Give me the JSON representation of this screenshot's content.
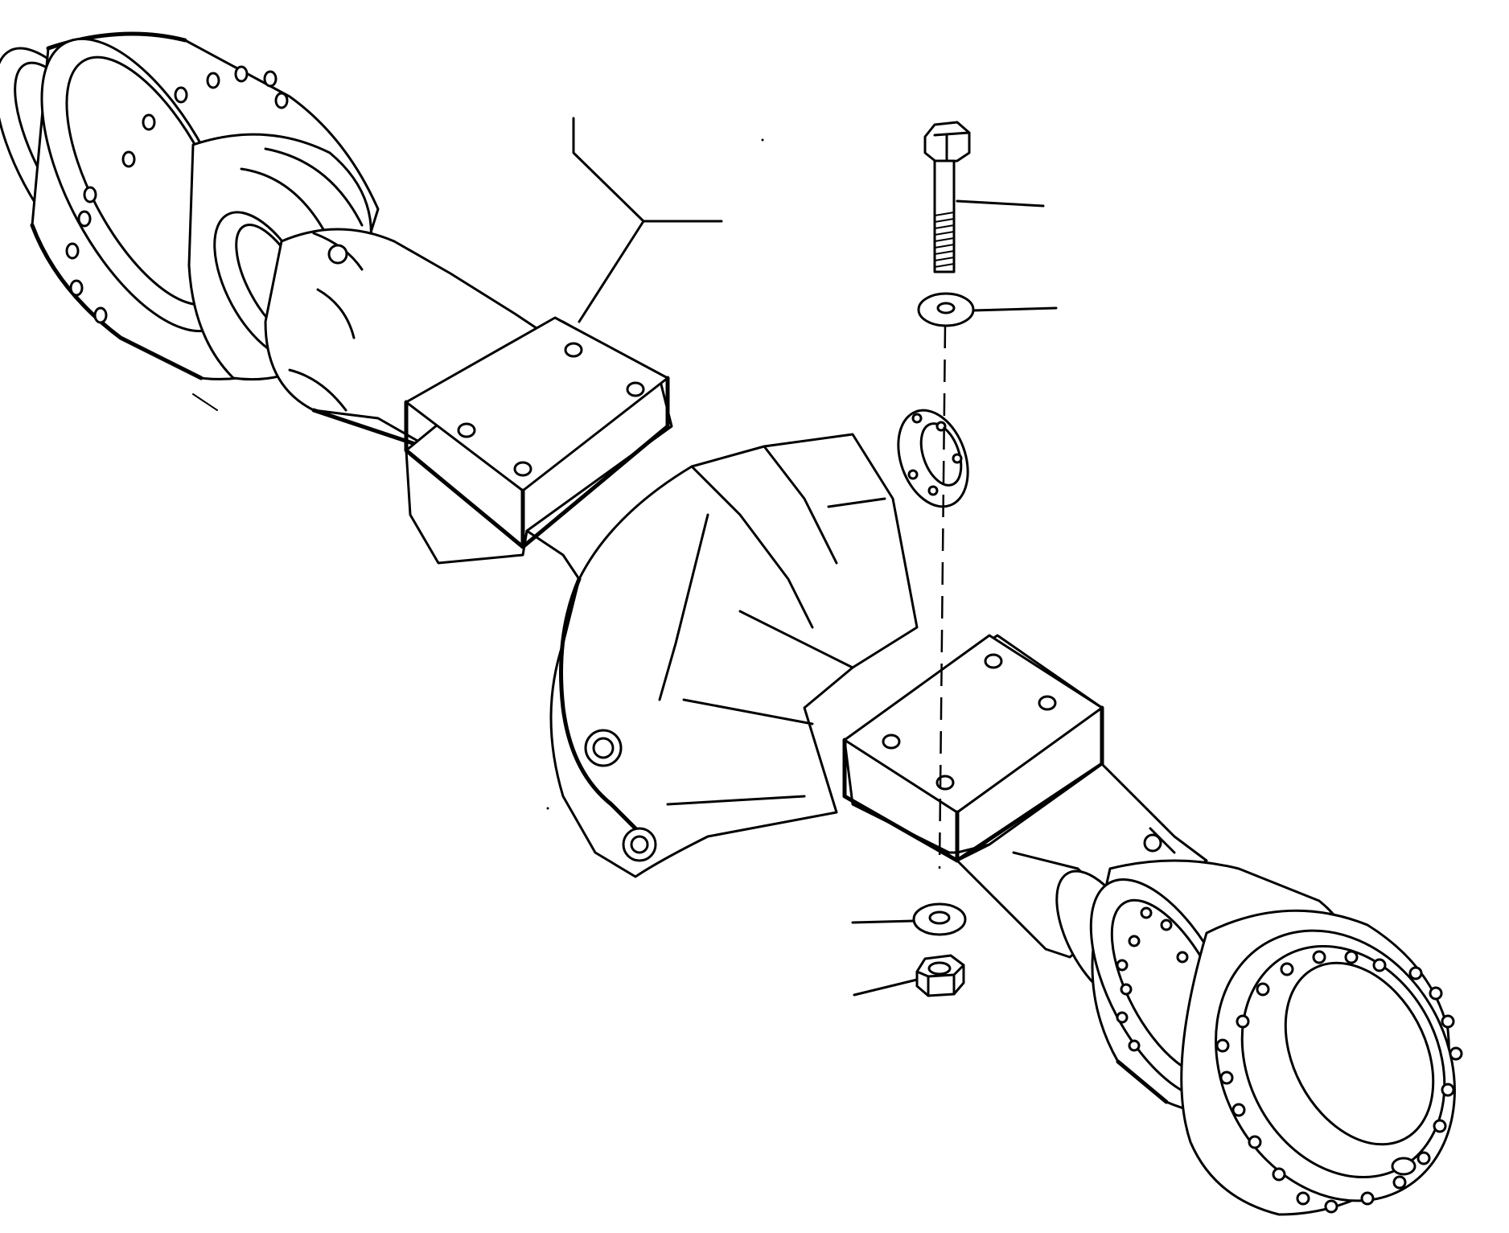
{
  "figure": {
    "subject": "axle-assembly",
    "callouts": [
      {
        "id": "axle-housing"
      },
      {
        "id": "bolt"
      },
      {
        "id": "flat-washer-top"
      },
      {
        "id": "flat-washer-bottom"
      },
      {
        "id": "hex-nut"
      }
    ]
  }
}
